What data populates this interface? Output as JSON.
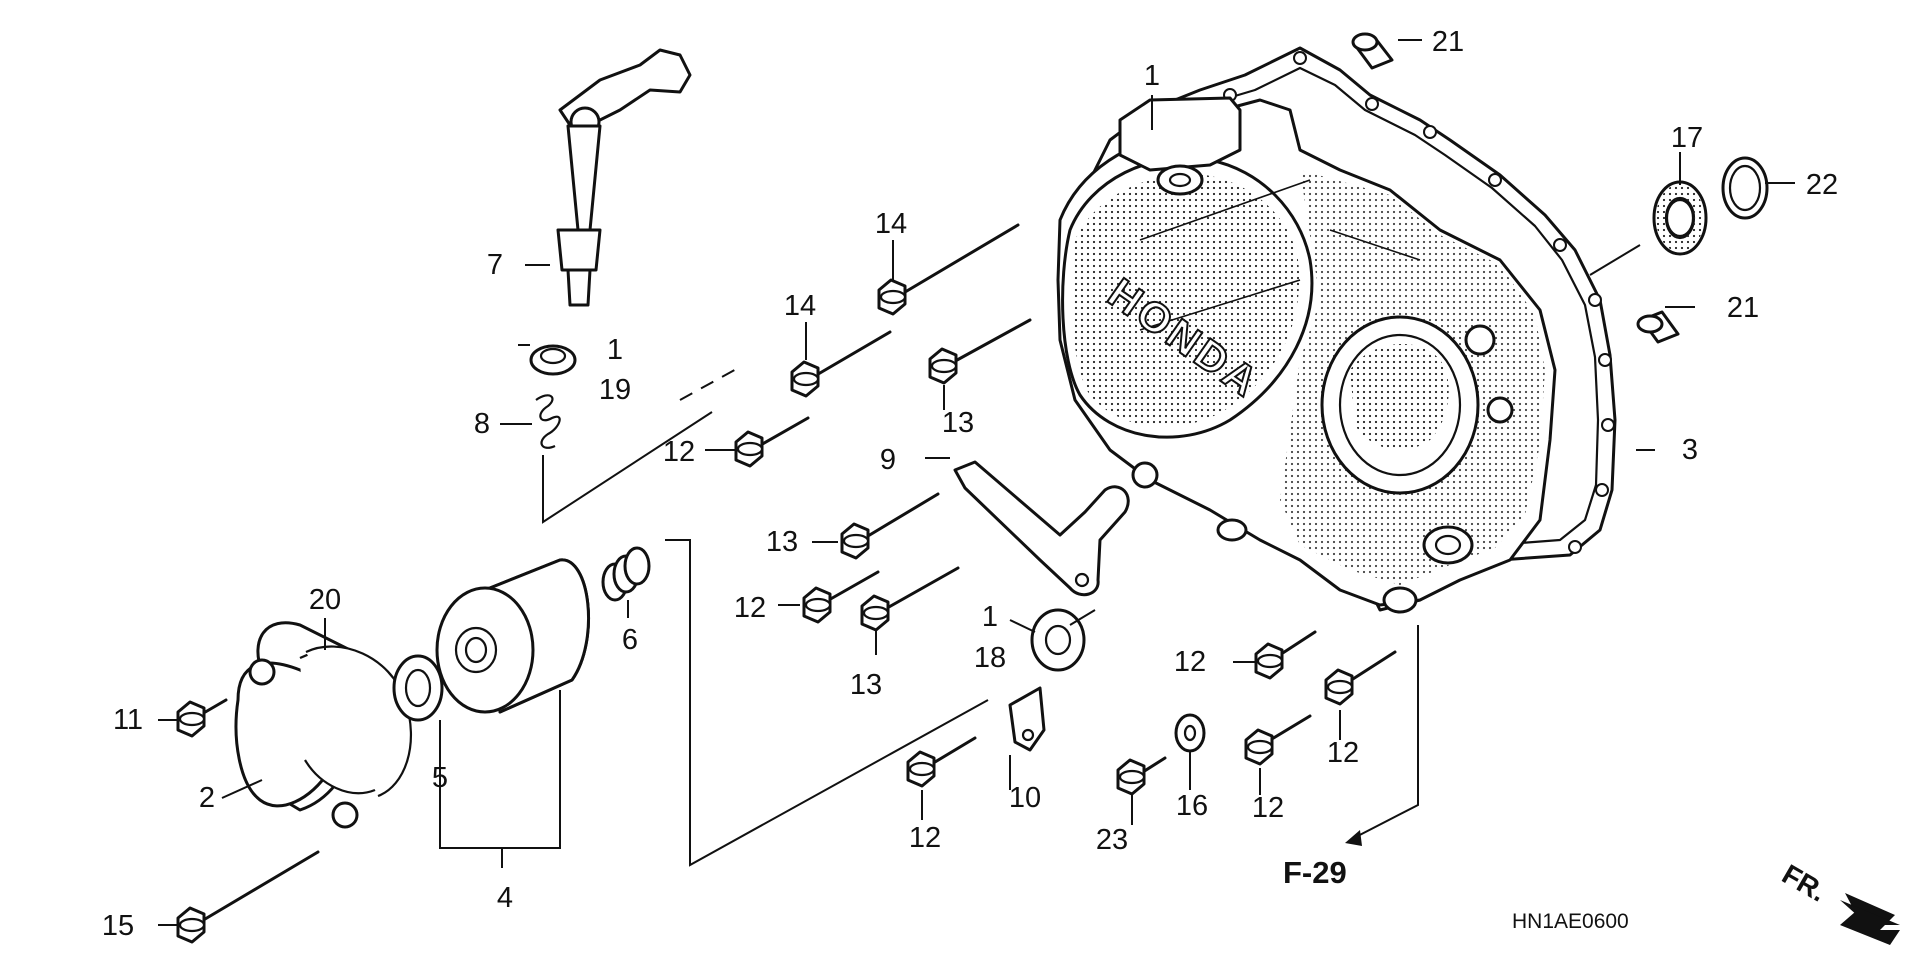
{
  "diagram": {
    "brand_text": "HONDA",
    "reference_label": "F-29",
    "diagram_code": "HN1AE0600",
    "direction_label": "FR.",
    "callouts": {
      "c1a": "1",
      "c1b": "1",
      "c1c": "1",
      "c2": "2",
      "c3": "3",
      "c4": "4",
      "c5": "5",
      "c6": "6",
      "c7": "7",
      "c8": "8",
      "c9": "9",
      "c10": "10",
      "c11": "11",
      "c12a": "12",
      "c12b": "12",
      "c12c": "12",
      "c12d": "12",
      "c12e": "12",
      "c12f": "12",
      "c13a": "13",
      "c13b": "13",
      "c13c": "13",
      "c14a": "14",
      "c14b": "14",
      "c15": "15",
      "c16": "16",
      "c17": "17",
      "c18": "18",
      "c19": "19",
      "c20": "20",
      "c21a": "21",
      "c21b": "21",
      "c22": "22",
      "c23": "23"
    },
    "colors": {
      "line": "#111111",
      "background": "#ffffff"
    }
  }
}
